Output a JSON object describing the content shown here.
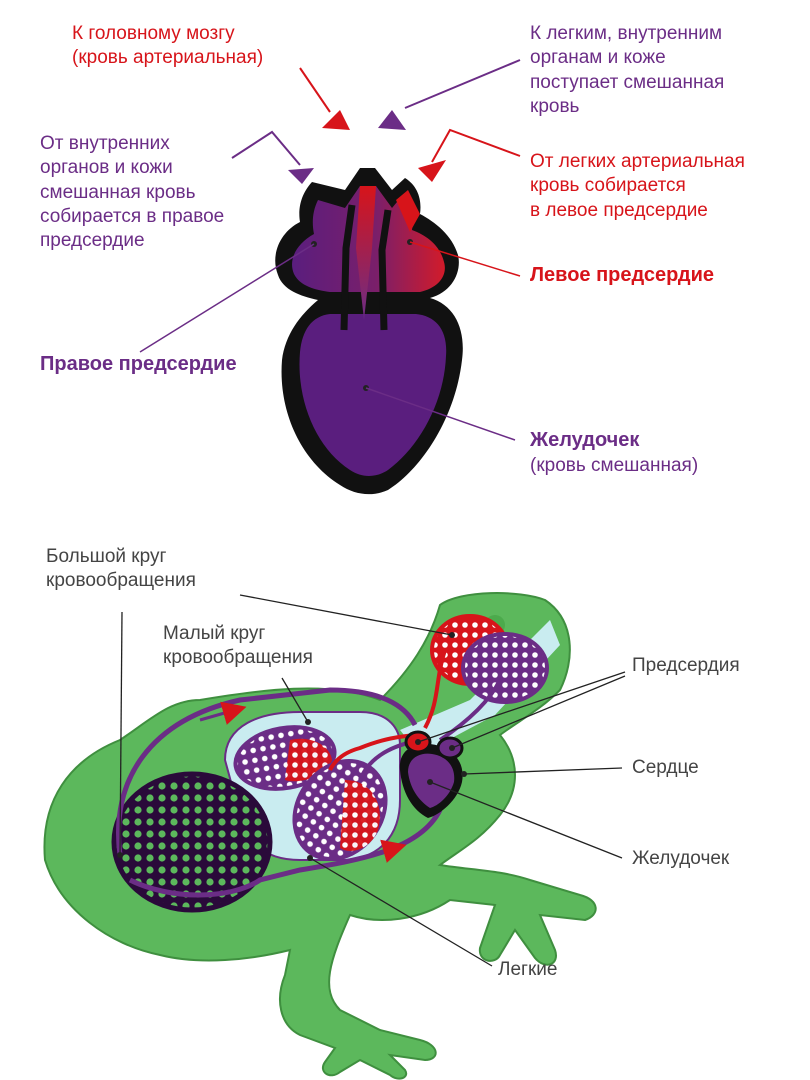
{
  "heart_labels": {
    "to_brain_line1": "К головному мозгу",
    "to_brain_line2": "(кровь артериальная)",
    "to_lungs_line1": "К легким, внутренним",
    "to_lungs_line2": "органам и коже",
    "to_lungs_line3": "поступает смешанная",
    "to_lungs_line4": "кровь",
    "from_organs_line1": "От внутренних",
    "from_organs_line2": "органов и кожи",
    "from_organs_line3": "смешанная кровь",
    "from_organs_line4": "собирается в правое",
    "from_organs_line5": "предсердие",
    "from_lungs_line1": "От легких артериальная",
    "from_lungs_line2": "кровь собирается",
    "from_lungs_line3": "в левое предсердие",
    "left_atrium": "Левое предсердие",
    "right_atrium": "Правое предсердие",
    "ventricle": "Желудочек",
    "ventricle_note": "(кровь смешанная)"
  },
  "frog_labels": {
    "systemic_line1": "Большой круг",
    "systemic_line2": "кровообращения",
    "pulmonary_line1": "Малый круг",
    "pulmonary_line2": "кровообращения",
    "atria": "Предсердия",
    "heart": "Сердце",
    "ventricle": "Желудочек",
    "lungs": "Легкие"
  },
  "colors": {
    "arterial": "#d7141a",
    "mixed": "#6b2d86",
    "venous": "#4a0f5c",
    "frog_body": "#5cb85c",
    "frog_outline": "#3f8f3f",
    "lung_cavity": "#c9ecf0",
    "label_gray": "#444444"
  }
}
